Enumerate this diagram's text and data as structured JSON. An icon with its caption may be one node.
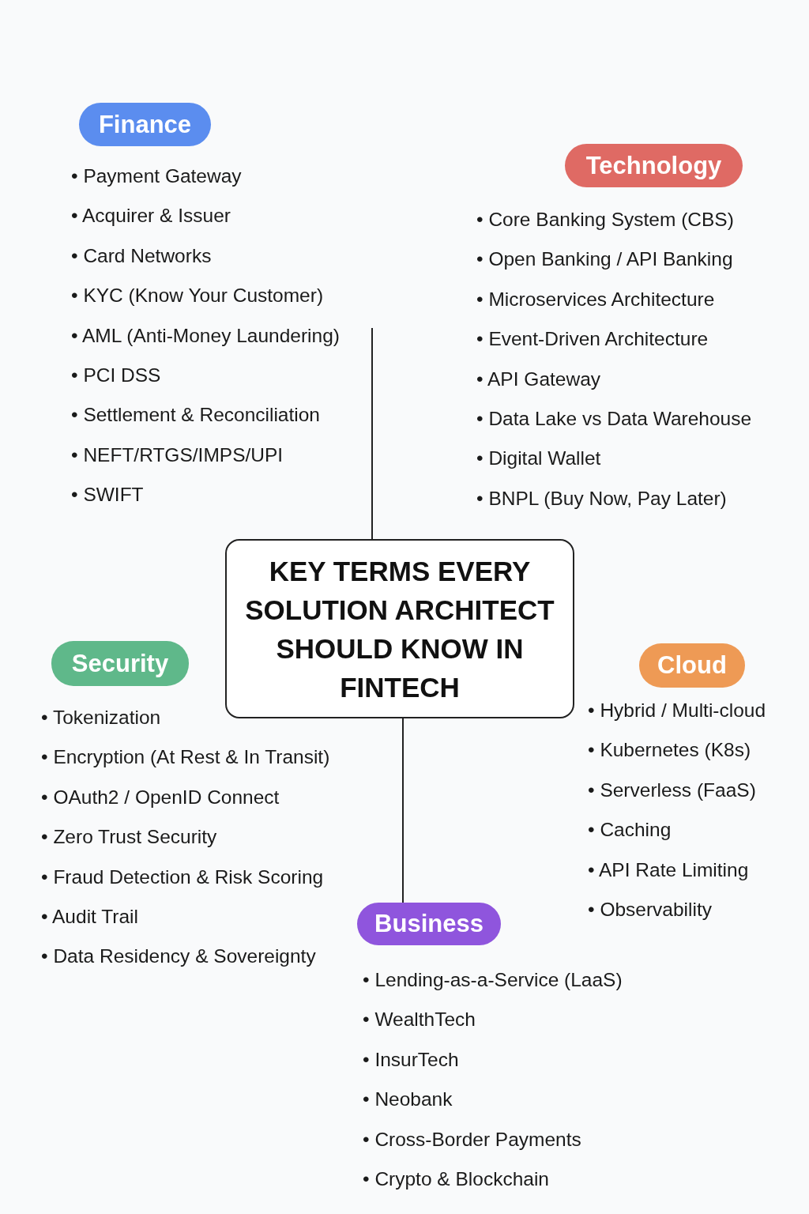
{
  "diagram": {
    "nodes": [
      {
        "text": [
          "Finance"
        ],
        "beside": [
          "• Payment Gateway",
          "• Acquirer & Issuer",
          "• Card Networks",
          "• KYC (Know Your Customer)",
          "• AML (Anti-Money Laundering)",
          "• PCI DSS",
          "• Settlement & Reconciliation",
          "• NEFT/RTGS/IMPS/UPI",
          "• SWIFT"
        ]
      },
      {
        "text": [
          "Technology"
        ],
        "beside": [
          "• Core Banking System (CBS)",
          "• Open Banking / API Banking",
          "• Microservices Architecture",
          "• Event-Driven Architecture",
          "• API Gateway",
          "• Data Lake vs Data Warehouse",
          "• Digital Wallet",
          "• BNPL (Buy Now, Pay Later)"
        ]
      },
      {
        "text": [
          "KEY TERMS EVERY SOLUTION ARCHITECT SHOULD KNOW IN FINTECH"
        ]
      },
      {
        "text": [
          "Security"
        ],
        "beside": [
          "• Tokenization",
          "• Encryption (At Rest & In Transit)",
          "• OAuth2 / OpenID Connect",
          "• Zero Trust Security",
          "• Fraud Detection & Risk Scoring",
          "• Audit Trail",
          "• Data Residency & Sovereignty"
        ]
      },
      {
        "text": [
          "Cloud"
        ],
        "beside": [
          "• Hybrid / Multi-cloud",
          "• Kubernetes (K8s)",
          "• Serverless (FaaS)",
          "• Caching",
          "• API Rate Limiting",
          "• Observability"
        ]
      },
      {
        "text": [
          "Business"
        ],
        "beside": [
          "• Lending-as-a-Service (LaaS)",
          "• WealthTech",
          "• InsurTech",
          "• Neobank",
          "• Cross-Border Payments",
          "• Crypto & Blockchain"
        ]
      }
    ],
    "edges": [
      {
        "from": 2,
        "to": 0,
        "arrow": "none"
      },
      {
        "from": 2,
        "to": 5,
        "arrow": "none"
      }
    ]
  }
}
